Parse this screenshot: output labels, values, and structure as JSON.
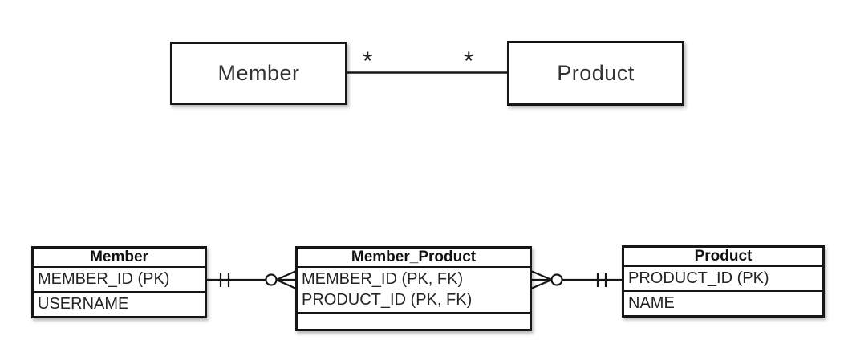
{
  "uml": {
    "member": {
      "label": "Member"
    },
    "product": {
      "label": "Product"
    },
    "multiplicity_left": "*",
    "multiplicity_right": "*"
  },
  "erd": {
    "tables": {
      "member": {
        "name": "Member",
        "columns": [
          "MEMBER_ID (PK)",
          "USERNAME"
        ]
      },
      "member_product": {
        "name": "Member_Product",
        "columns": [
          "MEMBER_ID (PK, FK)",
          "PRODUCT_ID (PK, FK)"
        ]
      },
      "product": {
        "name": "Product",
        "columns": [
          "PRODUCT_ID (PK)",
          "NAME"
        ]
      }
    },
    "notation": {
      "left_connector": {
        "member_end": "exactly-one",
        "junction_end": "zero-or-many"
      },
      "right_connector": {
        "junction_end": "zero-or-many",
        "product_end": "exactly-one"
      }
    }
  },
  "colors": {
    "stroke": "#1a1a1a",
    "background": "#ffffff",
    "text": "#2d2d2d"
  }
}
